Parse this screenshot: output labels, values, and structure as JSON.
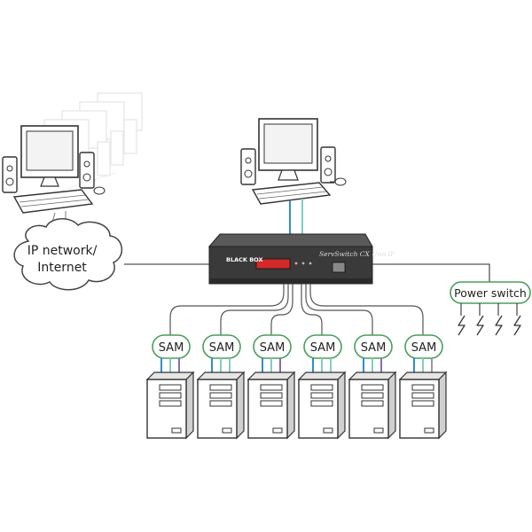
{
  "diagram": {
    "cloud_label_line1": "IP network/",
    "cloud_label_line2": "Internet",
    "power_switch_label": "Power switch",
    "adapter_label": "SAM",
    "adapters": [
      {
        "label": "SAM",
        "cable_color": "#8a6bb8"
      },
      {
        "label": "SAM",
        "cable_color": "#7fcfc0"
      },
      {
        "label": "SAM",
        "cable_color": "#8a6bb8"
      },
      {
        "label": "SAM",
        "cable_color": "#7fcfc0"
      },
      {
        "label": "SAM",
        "cable_color": "#8a6bb8"
      },
      {
        "label": "SAM",
        "cable_color": "#9a9a9a"
      }
    ],
    "switch": {
      "brand": "BLACK BOX",
      "model": "ServSwitch CX Uno IP"
    },
    "colors": {
      "line": "#555555",
      "adapter_border": "#4a9e5c",
      "cable_blue": "#2f8fc9",
      "cable_green": "#7fcfc0",
      "switch_body": "#3a3a3a",
      "switch_led": "#d22a2a"
    },
    "icons": [
      "remote-workstation-icon",
      "local-workstation-icon",
      "cloud-icon",
      "kvm-switch-icon",
      "server-tower-icon",
      "lightning-icon"
    ]
  }
}
